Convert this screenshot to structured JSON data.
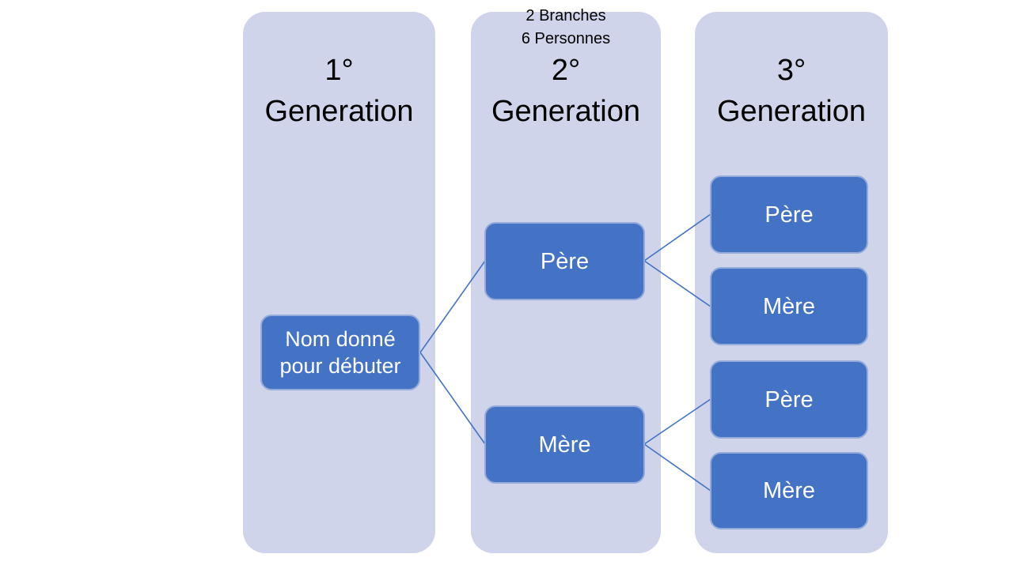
{
  "diagram": {
    "caption": {
      "line1": "2 Branches",
      "line2": "6 Personnes"
    },
    "columns": [
      {
        "title_line1": "1°",
        "title_line2": "Generation"
      },
      {
        "title_line1": "2°",
        "title_line2": "Generation"
      },
      {
        "title_line1": "3°",
        "title_line2": "Generation"
      }
    ],
    "nodes": {
      "start": {
        "label": "Nom donné pour débuter"
      },
      "gen2_pere": {
        "label": "Père"
      },
      "gen2_mere": {
        "label": "Mère"
      },
      "gen3_pere_paternel": {
        "label": "Père"
      },
      "gen3_mere_paternelle": {
        "label": "Mère"
      },
      "gen3_pere_maternel": {
        "label": "Père"
      },
      "gen3_mere_maternelle": {
        "label": "Mère"
      }
    }
  },
  "colors": {
    "column-fill": "#CFD4EA",
    "node-fill": "#4472C4",
    "node-border": "#93AADB",
    "node-text": "#FFFFFF",
    "connector": "#4472C4",
    "heading-text": "#000000"
  }
}
